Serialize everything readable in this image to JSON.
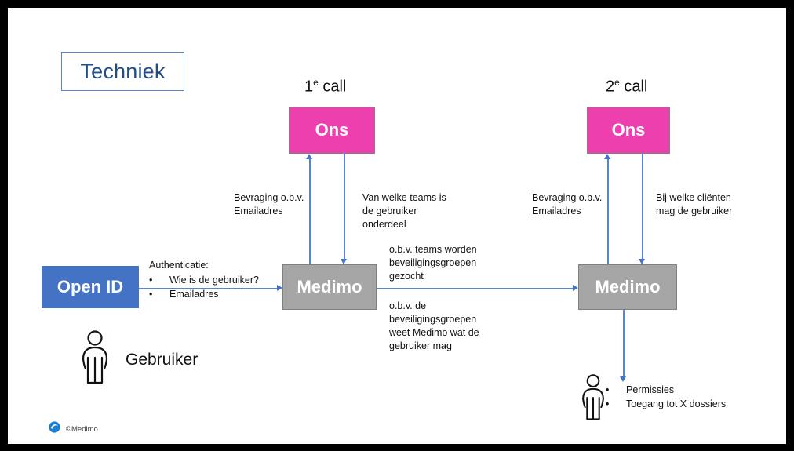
{
  "slide": {
    "title": "Techniek",
    "title_border_color": "#5b84cd",
    "title_text_color": "#1f4e89",
    "background": "#ffffff",
    "frame_color": "#000000"
  },
  "palette": {
    "pink": "#ee3faf",
    "grey": "#a6a6a6",
    "blue": "#4472c4",
    "connector": "#5b84cd",
    "box_border": "#7f7f7f"
  },
  "sections": [
    {
      "id": "call1",
      "label_prefix": "1",
      "label_sup": "e",
      "label_suffix": " call"
    },
    {
      "id": "call2",
      "label_prefix": "2",
      "label_sup": "e",
      "label_suffix": " call"
    }
  ],
  "boxes": {
    "openid": {
      "label": "Open ID",
      "color": "#4472c4"
    },
    "ons1": {
      "label": "Ons",
      "color": "#ee3faf"
    },
    "ons2": {
      "label": "Ons",
      "color": "#ee3faf"
    },
    "medimo1": {
      "label": "Medimo",
      "color": "#a6a6a6"
    },
    "medimo2": {
      "label": "Medimo",
      "color": "#a6a6a6"
    }
  },
  "auth": {
    "heading": "Authenticatie:",
    "bullets": [
      "Wie is de gebruiker?",
      "Emailadres"
    ],
    "bullet_glyph": "•"
  },
  "notes": {
    "call1_left": "Bevraging o.b.v.\nEmailadres",
    "call1_right": "Van welke teams is\nde gebruiker\nonderdeel",
    "call2_left": "Bevraging o.b.v.\nEmailadres",
    "call2_right": "Bij welke cliënten\nmag de gebruiker",
    "middle_top": "o.b.v. teams worden\nbeveiligingsgroepen\ngezocht",
    "middle_bottom": "o.b.v. de\nbeveiligingsgroepen\nweet Medimo wat de\ngebruiker mag"
  },
  "actors": {
    "gebruiker_label": "Gebruiker",
    "result_bullets": [
      "Permissies",
      "Toegang tot X dossiers"
    ],
    "bullet_glyph": "•"
  },
  "footer": {
    "copyright": "©Medimo",
    "logo_color": "#1b7fd4"
  }
}
